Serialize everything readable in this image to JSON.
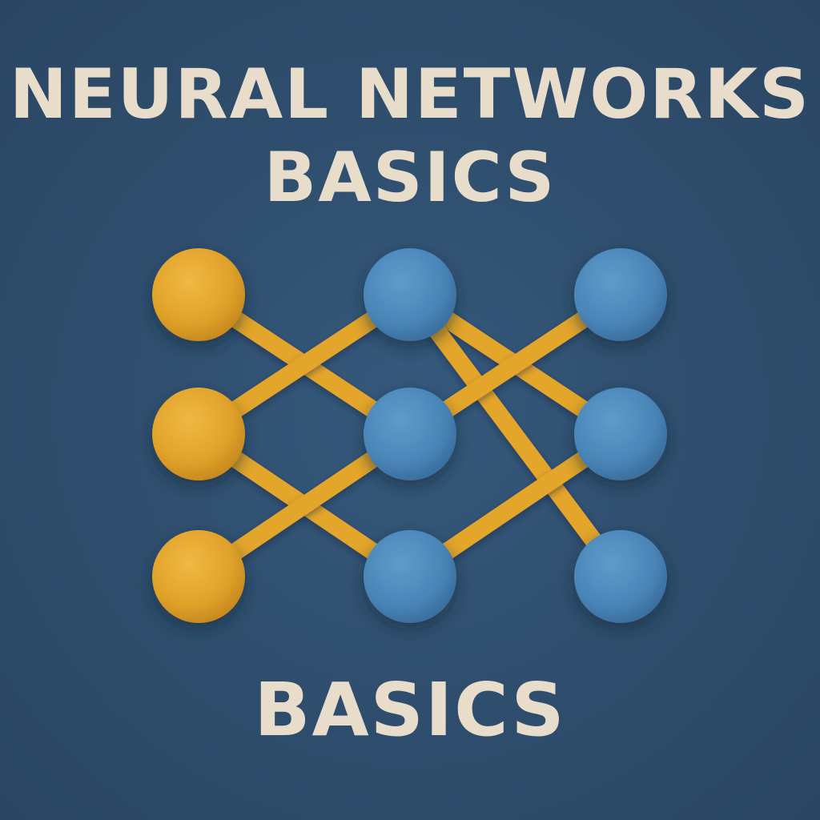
{
  "title": {
    "line1": "NEURAL NETWORKS",
    "line2": "BASICS"
  },
  "footer": {
    "word": "BASICS"
  },
  "colors": {
    "background": "#2f4e6e",
    "text": "#e8dccb",
    "input_node": "#e3a52c",
    "hidden_node": "#4f8bbd",
    "connection": "#e3a52c"
  },
  "network": {
    "layers": [
      {
        "name": "input",
        "nodes": 3,
        "color": "input_node"
      },
      {
        "name": "hidden-1",
        "nodes": 3,
        "color": "hidden_node"
      },
      {
        "name": "hidden-2",
        "nodes": 3,
        "color": "hidden_node"
      }
    ],
    "connections": [
      {
        "from": [
          0,
          0
        ],
        "to": [
          1,
          0
        ]
      },
      {
        "from": [
          0,
          0
        ],
        "to": [
          1,
          1
        ]
      },
      {
        "from": [
          0,
          1
        ],
        "to": [
          1,
          0
        ]
      },
      {
        "from": [
          0,
          1
        ],
        "to": [
          1,
          1
        ]
      },
      {
        "from": [
          0,
          1
        ],
        "to": [
          1,
          2
        ]
      },
      {
        "from": [
          0,
          2
        ],
        "to": [
          1,
          1
        ]
      },
      {
        "from": [
          0,
          2
        ],
        "to": [
          1,
          2
        ]
      },
      {
        "from": [
          1,
          0
        ],
        "to": [
          2,
          1
        ]
      },
      {
        "from": [
          1,
          0
        ],
        "to": [
          2,
          2
        ]
      },
      {
        "from": [
          1,
          1
        ],
        "to": [
          2,
          0
        ]
      },
      {
        "from": [
          1,
          2
        ],
        "to": [
          2,
          1
        ]
      },
      {
        "from": [
          2,
          0
        ],
        "to": [
          2,
          1
        ]
      },
      {
        "from": [
          2,
          1
        ],
        "to": [
          2,
          2
        ]
      }
    ]
  }
}
